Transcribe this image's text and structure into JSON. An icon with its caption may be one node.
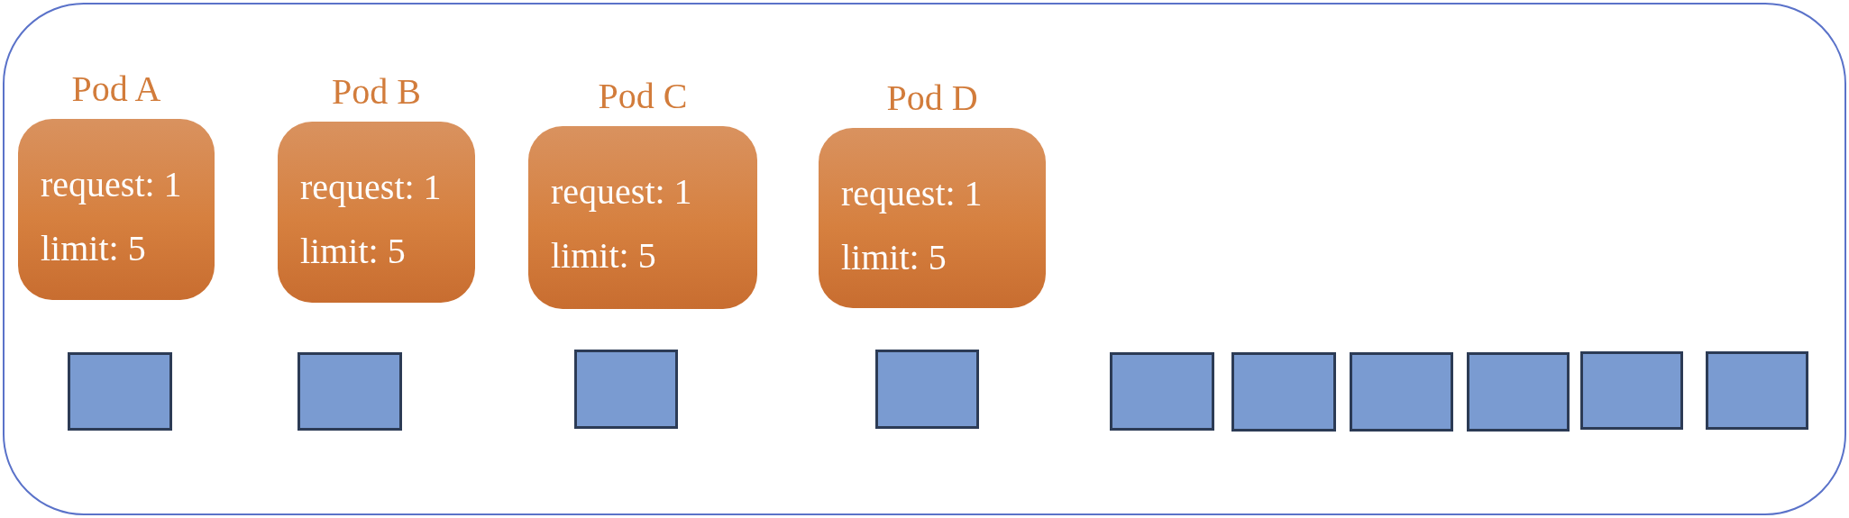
{
  "diagram": {
    "nodes": [
      {
        "text": [],
        "shape": "box"
      },
      {
        "text": [
          "Pod A",
          "request: 1",
          "limit: 5"
        ],
        "in": 0
      },
      {
        "text": [
          "Pod B",
          "request: 1",
          "limit: 5"
        ],
        "in": 0
      },
      {
        "text": [
          "Pod C",
          "request: 1",
          "limit: 5"
        ],
        "in": 0
      },
      {
        "text": [
          "Pod D",
          "request: 1",
          "limit: 5"
        ],
        "in": 0
      },
      {
        "text": [],
        "shape": "box",
        "in": 0
      },
      {
        "text": [],
        "shape": "box",
        "in": 0
      },
      {
        "text": [],
        "shape": "box",
        "in": 0
      },
      {
        "text": [],
        "shape": "box",
        "in": 0
      },
      {
        "text": [],
        "shape": "box",
        "in": 0
      },
      {
        "text": [],
        "shape": "box",
        "in": 0
      },
      {
        "text": [],
        "shape": "box",
        "in": 0
      },
      {
        "text": [],
        "shape": "box",
        "in": 0
      },
      {
        "text": [],
        "shape": "box",
        "in": 0
      },
      {
        "text": [],
        "shape": "box",
        "in": 0
      }
    ],
    "edges": []
  }
}
